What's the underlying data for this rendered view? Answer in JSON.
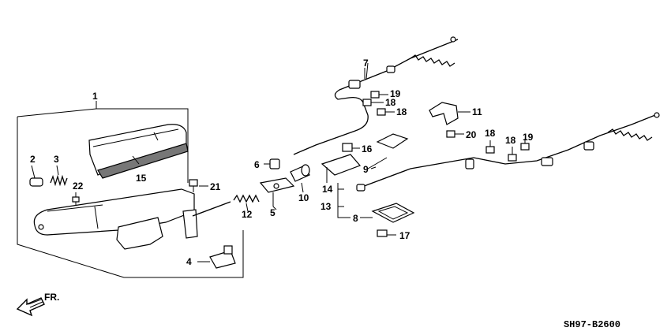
{
  "callouts": [
    {
      "id": "c1",
      "text": "1"
    },
    {
      "id": "c2",
      "text": "2"
    },
    {
      "id": "c3",
      "text": "3"
    },
    {
      "id": "c4",
      "text": "4"
    },
    {
      "id": "c5",
      "text": "5"
    },
    {
      "id": "c6",
      "text": "6"
    },
    {
      "id": "c7",
      "text": "7"
    },
    {
      "id": "c8",
      "text": "8"
    },
    {
      "id": "c9",
      "text": "9"
    },
    {
      "id": "c10",
      "text": "10"
    },
    {
      "id": "c11",
      "text": "11"
    },
    {
      "id": "c12",
      "text": "12"
    },
    {
      "id": "c13",
      "text": "13"
    },
    {
      "id": "c14",
      "text": "14"
    },
    {
      "id": "c15",
      "text": "15"
    },
    {
      "id": "c16",
      "text": "16"
    },
    {
      "id": "c17",
      "text": "17"
    },
    {
      "id": "c18a",
      "text": "18"
    },
    {
      "id": "c18b",
      "text": "18"
    },
    {
      "id": "c18c",
      "text": "18"
    },
    {
      "id": "c18d",
      "text": "18"
    },
    {
      "id": "c19a",
      "text": "19"
    },
    {
      "id": "c19b",
      "text": "19"
    },
    {
      "id": "c20",
      "text": "20"
    },
    {
      "id": "c21",
      "text": "21"
    },
    {
      "id": "c22",
      "text": "22"
    }
  ],
  "direction_label": "FR.",
  "diagram_code": "SH97-B2600",
  "colors": {
    "ink": "#000000",
    "background": "#ffffff",
    "shade": "#777777"
  }
}
